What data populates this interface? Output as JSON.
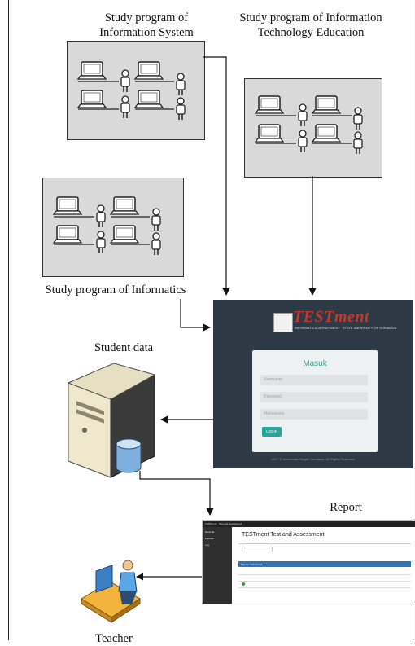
{
  "labels": {
    "is_line1": "Study program of",
    "is_line2": "Information System",
    "ite_line1": "Study program of Information",
    "ite_line2": "Technology Education",
    "inf": "Study program of Informatics",
    "student_data": "Student data",
    "report": "Report",
    "teacher": "Teacher"
  },
  "login_screen": {
    "logo": "TESTment",
    "logo_sub": "INFORMATICS DEPARTMENT · STATE UNIVERSITY OF SURABAYA",
    "title": "Masuk",
    "username_placeholder": "Username",
    "password_placeholder": "Password",
    "role_placeholder": "Mahasiswa",
    "login_button": "LOGIN",
    "footer": "2017 © Universitas Negeri Surabaya. All Rights Reserved."
  },
  "report_screen": {
    "topbar": "TESTment · Test and Assessment",
    "title": "TESTment Test and Assessment",
    "table_header": "Test Ter Mahasiswa",
    "sidebar": [
      "Beranda",
      "Laporan",
      "Log"
    ]
  },
  "colors": {
    "lab_fill": "#d9d9d9",
    "app_bg": "#2d3a45",
    "accent": "#2aa39a",
    "logo_red": "#c0392b",
    "report_blue": "#2e75b6"
  },
  "icons": [
    "computer-lab-icon",
    "server-database-icon",
    "teacher-workstation-icon"
  ]
}
